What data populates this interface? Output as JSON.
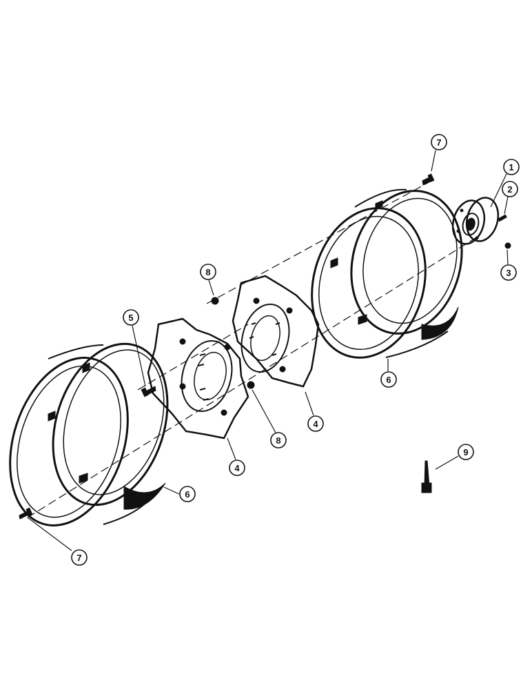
{
  "diagram": {
    "callouts": {
      "c1": "1",
      "c2": "2",
      "c3": "3",
      "c4a": "4",
      "c4b": "4",
      "c5": "5",
      "c6a": "6",
      "c6b": "6",
      "c7a": "7",
      "c7b": "7",
      "c8a": "8",
      "c8b": "8",
      "c9": "9"
    },
    "colors": {
      "ink": "#111111",
      "paper": "#ffffff"
    }
  }
}
